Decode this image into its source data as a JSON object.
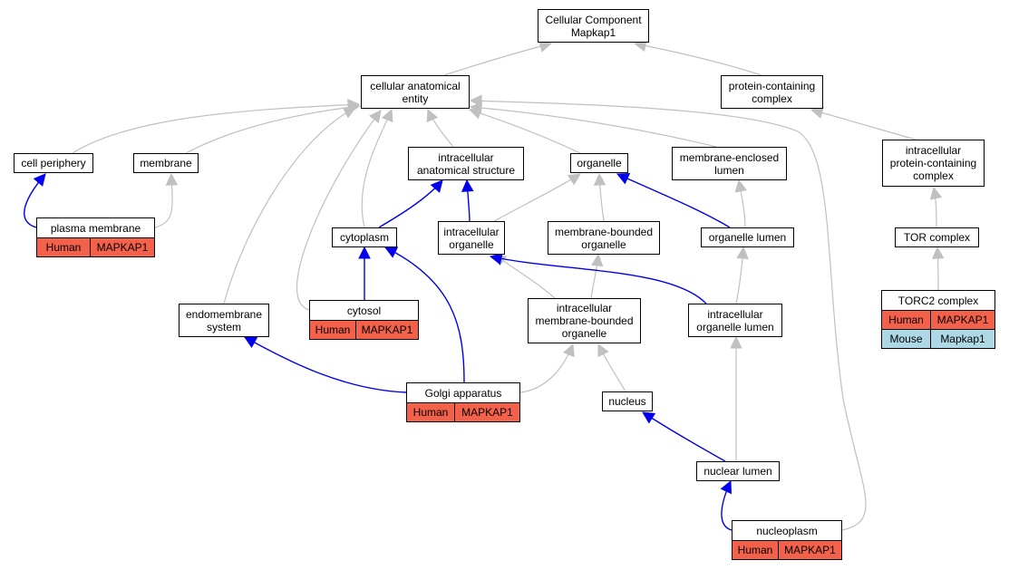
{
  "colors": {
    "human": "#f4614a",
    "mouse": "#add8e6",
    "is_a": "#c0c0c0",
    "part_of": "#0000ee"
  },
  "nodes": {
    "root": "Cellular Component\nMapkap1",
    "cae": "cellular anatomical\nentity",
    "pcc": "protein-containing\ncomplex",
    "cellper": "cell periphery",
    "membrane": "membrane",
    "ias": "intracellular\nanatomical structure",
    "organelle": "organelle",
    "mel": "membrane-enclosed\nlumen",
    "ipcc": "intracellular\nprotein-containing\ncomplex",
    "pm": "plasma membrane",
    "cytoplasm": "cytoplasm",
    "iorg": "intracellular\norganelle",
    "mbo": "membrane-bounded\norganelle",
    "orglumen": "organelle lumen",
    "tor": "TOR complex",
    "cytosol": "cytosol",
    "endo": "endomembrane\nsystem",
    "imbo": "intracellular\nmembrane-bounded\norganelle",
    "iol": "intracellular\norganelle lumen",
    "torc2": "TORC2 complex",
    "golgi": "Golgi apparatus",
    "nucleus": "nucleus",
    "nuclumen": "nuclear lumen",
    "nucleoplasm": "nucleoplasm"
  },
  "annotations": {
    "pm": [
      {
        "species": "Human",
        "gene": "MAPKAP1"
      }
    ],
    "cytosol": [
      {
        "species": "Human",
        "gene": "MAPKAP1"
      }
    ],
    "golgi": [
      {
        "species": "Human",
        "gene": "MAPKAP1"
      }
    ],
    "nucleoplasm": [
      {
        "species": "Human",
        "gene": "MAPKAP1"
      }
    ],
    "torc2": [
      {
        "species": "Human",
        "gene": "MAPKAP1"
      },
      {
        "species": "Mouse",
        "gene": "Mapkap1"
      }
    ]
  },
  "edges": [
    {
      "from": "cae",
      "to": "root",
      "rel": "is_a"
    },
    {
      "from": "pcc",
      "to": "root",
      "rel": "is_a"
    },
    {
      "from": "cellper",
      "to": "cae",
      "rel": "is_a"
    },
    {
      "from": "membrane",
      "to": "cae",
      "rel": "is_a"
    },
    {
      "from": "ias",
      "to": "cae",
      "rel": "is_a"
    },
    {
      "from": "organelle",
      "to": "cae",
      "rel": "is_a"
    },
    {
      "from": "mel",
      "to": "cae",
      "rel": "is_a"
    },
    {
      "from": "ipcc",
      "to": "pcc",
      "rel": "is_a"
    },
    {
      "from": "pm",
      "to": "cellper",
      "rel": "part_of"
    },
    {
      "from": "pm",
      "to": "membrane",
      "rel": "is_a"
    },
    {
      "from": "cytoplasm",
      "to": "ias",
      "rel": "part_of"
    },
    {
      "from": "cytoplasm",
      "to": "cae",
      "rel": "is_a"
    },
    {
      "from": "iorg",
      "to": "ias",
      "rel": "part_of"
    },
    {
      "from": "iorg",
      "to": "organelle",
      "rel": "is_a"
    },
    {
      "from": "mbo",
      "to": "organelle",
      "rel": "is_a"
    },
    {
      "from": "orglumen",
      "to": "organelle",
      "rel": "part_of"
    },
    {
      "from": "orglumen",
      "to": "mel",
      "rel": "is_a"
    },
    {
      "from": "tor",
      "to": "ipcc",
      "rel": "is_a"
    },
    {
      "from": "cytosol",
      "to": "cytoplasm",
      "rel": "part_of"
    },
    {
      "from": "cytosol",
      "to": "cae",
      "rel": "is_a"
    },
    {
      "from": "endo",
      "to": "cae",
      "rel": "is_a"
    },
    {
      "from": "imbo",
      "to": "iorg",
      "rel": "is_a"
    },
    {
      "from": "imbo",
      "to": "mbo",
      "rel": "is_a"
    },
    {
      "from": "iol",
      "to": "iorg",
      "rel": "part_of"
    },
    {
      "from": "iol",
      "to": "orglumen",
      "rel": "is_a"
    },
    {
      "from": "torc2",
      "to": "tor",
      "rel": "is_a"
    },
    {
      "from": "golgi",
      "to": "endo",
      "rel": "part_of"
    },
    {
      "from": "golgi",
      "to": "cytoplasm",
      "rel": "part_of"
    },
    {
      "from": "golgi",
      "to": "imbo",
      "rel": "is_a"
    },
    {
      "from": "nucleus",
      "to": "imbo",
      "rel": "is_a"
    },
    {
      "from": "nuclumen",
      "to": "nucleus",
      "rel": "part_of"
    },
    {
      "from": "nuclumen",
      "to": "iol",
      "rel": "is_a"
    },
    {
      "from": "nucleoplasm",
      "to": "nuclumen",
      "rel": "part_of"
    },
    {
      "from": "nucleoplasm",
      "to": "cae",
      "rel": "is_a"
    }
  ]
}
